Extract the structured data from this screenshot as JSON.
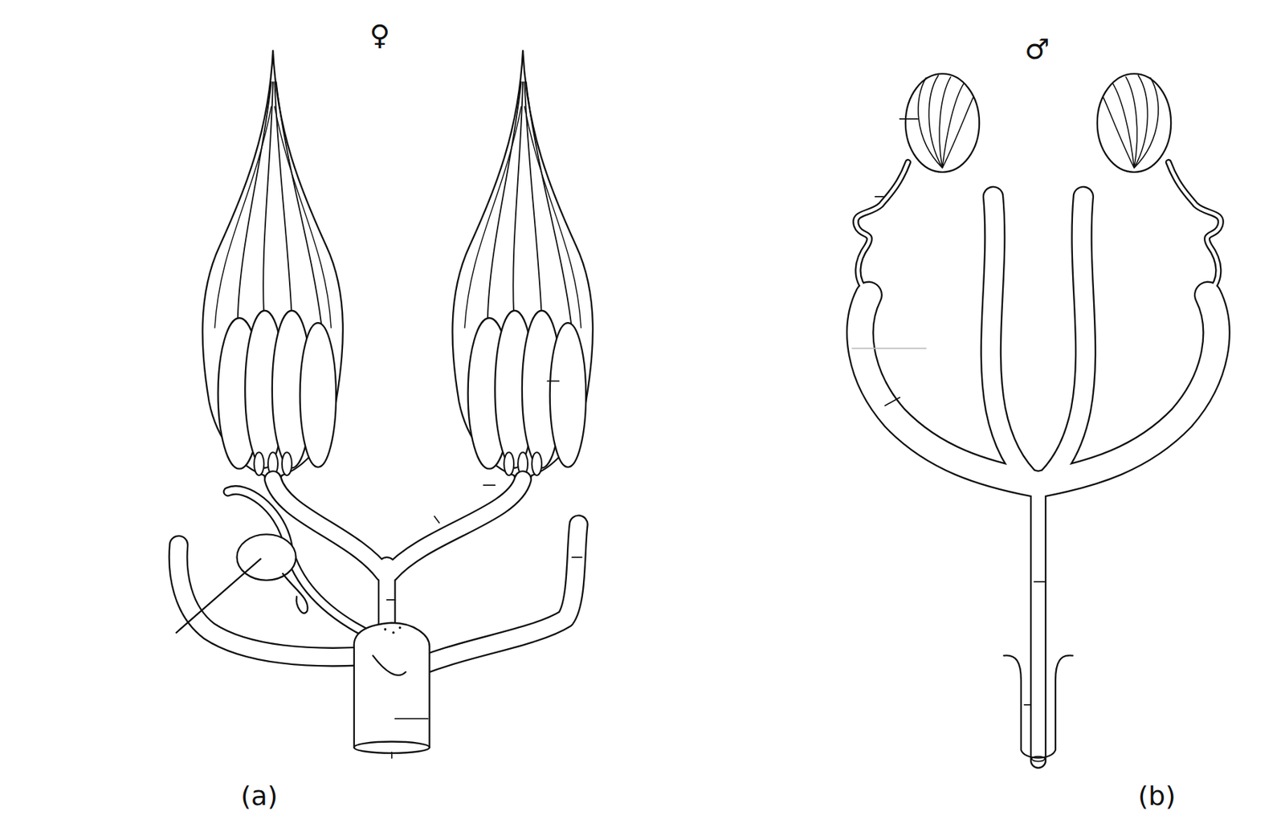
{
  "diagram": {
    "labels": [
      "♀",
      "♂",
      "(a)",
      "(b)"
    ]
  }
}
